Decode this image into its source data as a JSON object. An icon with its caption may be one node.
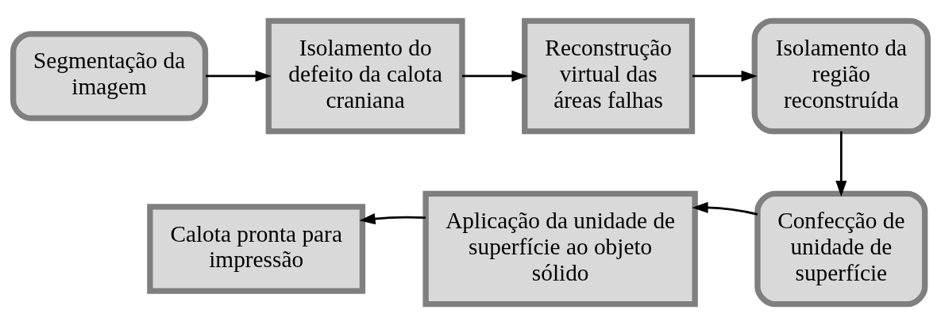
{
  "diagram": {
    "nodes": [
      {
        "text": [
          "Segmentação da imagem"
        ]
      },
      {
        "text": [
          "Isolamento do defeito da calota craniana"
        ]
      },
      {
        "text": [
          "Reconstrução virtual das áreas falhas"
        ]
      },
      {
        "text": [
          "Isolamento da região reconstruída"
        ]
      },
      {
        "text": [
          "Confecção de unidade de superfície"
        ]
      },
      {
        "text": [
          "Aplicação da unidade de superfície ao objeto sólido"
        ]
      },
      {
        "text": [
          "Calota pronta para impressão"
        ]
      }
    ],
    "edges": [
      {
        "from": 0,
        "to": 1,
        "arrow": "to"
      },
      {
        "from": 1,
        "to": 2,
        "arrow": "to"
      },
      {
        "from": 2,
        "to": 3,
        "arrow": "to"
      },
      {
        "from": 3,
        "to": 4,
        "arrow": "to"
      },
      {
        "from": 4,
        "to": 5,
        "arrow": "to"
      },
      {
        "from": 5,
        "to": 6,
        "arrow": "to"
      }
    ]
  }
}
